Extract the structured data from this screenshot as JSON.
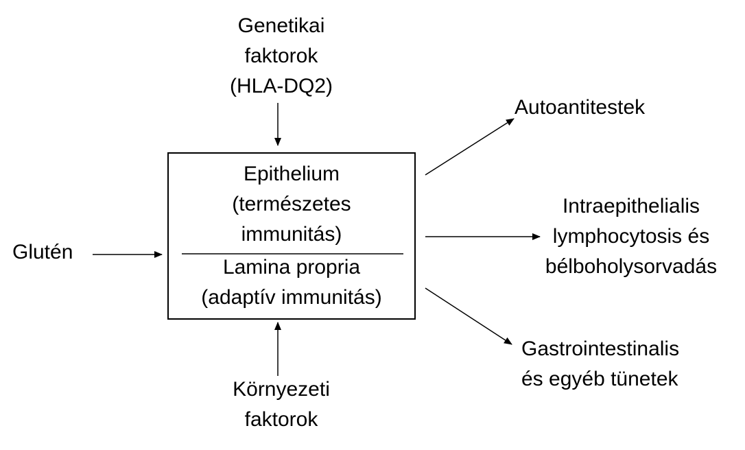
{
  "genetic": {
    "lines": [
      "Genetikai",
      "faktorok",
      "(HLA-DQ2)"
    ]
  },
  "environmental": {
    "lines": [
      "Környezeti",
      "faktorok"
    ]
  },
  "gluten": {
    "label": "Glutén"
  },
  "box": {
    "epithelium_lines": [
      "Epithelium",
      "(természetes",
      "immunitás)"
    ],
    "lamina_lines": [
      "Lamina propria",
      "(adaptív immunitás)"
    ]
  },
  "outcomes": {
    "autoantibodies": {
      "lines": [
        "Autoantitestek"
      ]
    },
    "lymphocytosis": {
      "lines": [
        "Intraepithelialis",
        "lymphocytosis és",
        "bélboholysorvadás"
      ]
    },
    "gi_symptoms": {
      "lines": [
        "Gastrointestinalis",
        "és egyéb tünetek"
      ]
    }
  },
  "colors": {
    "stroke": "#000000",
    "text": "#000000",
    "background": "#ffffff"
  }
}
